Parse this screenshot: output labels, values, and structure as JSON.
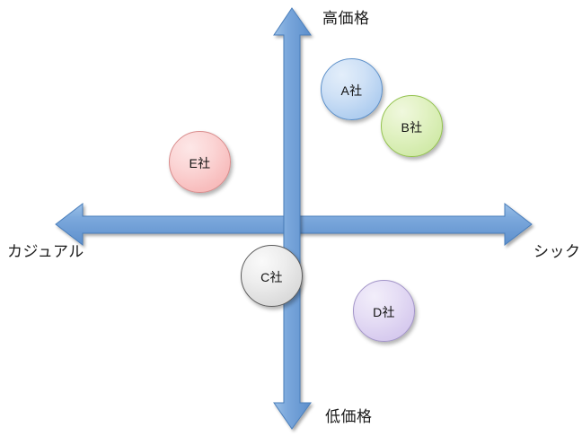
{
  "diagram": {
    "title": "positioning-map",
    "axes": {
      "vertical": {
        "top_label": "高価格",
        "bottom_label": "低価格",
        "color": "#6A9BD8"
      },
      "horizontal": {
        "left_label": "カジュアル",
        "right_label": "シック",
        "color": "#6A9BD8"
      }
    },
    "bubbles": [
      {
        "id": "a",
        "label": "A社",
        "fill": "#C5DCF4",
        "stroke": "#5B8FC9"
      },
      {
        "id": "b",
        "label": "B社",
        "fill": "#DCF0B8",
        "stroke": "#93C24E"
      },
      {
        "id": "c",
        "label": "C社",
        "fill": "#E4E4E4",
        "stroke": "#5B5B5B"
      },
      {
        "id": "d",
        "label": "D社",
        "fill": "#E2D8F2",
        "stroke": "#A294C8"
      },
      {
        "id": "e",
        "label": "E社",
        "fill": "#FAC8C8",
        "stroke": "#D98C8C"
      }
    ]
  }
}
